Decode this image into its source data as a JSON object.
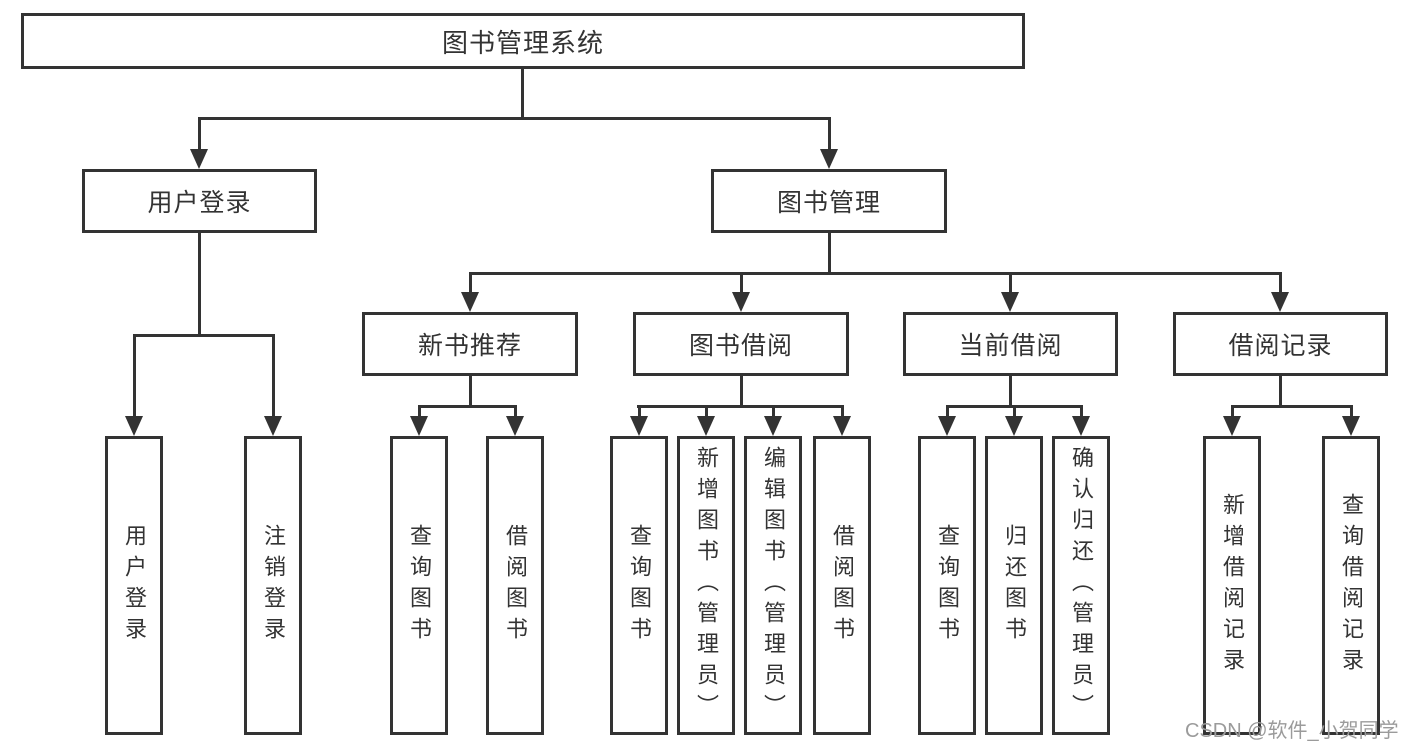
{
  "diagram": {
    "title": "图书管理系统",
    "nodes": {
      "root": "图书管理系统",
      "user_login_group": "用户登录",
      "book_management": "图书管理",
      "new_book_recommend": "新书推荐",
      "book_borrow": "图书借阅",
      "current_borrow": "当前借阅",
      "borrow_records": "借阅记录",
      "leaf_user_login": "用户登录",
      "leaf_logout": "注销登录",
      "leaf_nb_query_book": "查询图书",
      "leaf_nb_borrow_book": "借阅图书",
      "leaf_bb_query_book": "查询图书",
      "leaf_bb_add_book": "新增图书（管理员）",
      "leaf_bb_edit_book": "编辑图书（管理员）",
      "leaf_bb_borrow_book": "借阅图书",
      "leaf_cb_query_book": "查询图书",
      "leaf_cb_return_book": "归还图书",
      "leaf_cb_confirm_return": "确认归还（管理员）",
      "leaf_br_add_record": "新增借阅记录",
      "leaf_br_query_record": "查询借阅记录"
    }
  },
  "watermark": {
    "text": "CSDN @软件_小贺同学"
  },
  "colors": {
    "line": "#333333",
    "text": "#333333",
    "watermark": "#9b9b9b",
    "background": "#ffffff"
  }
}
